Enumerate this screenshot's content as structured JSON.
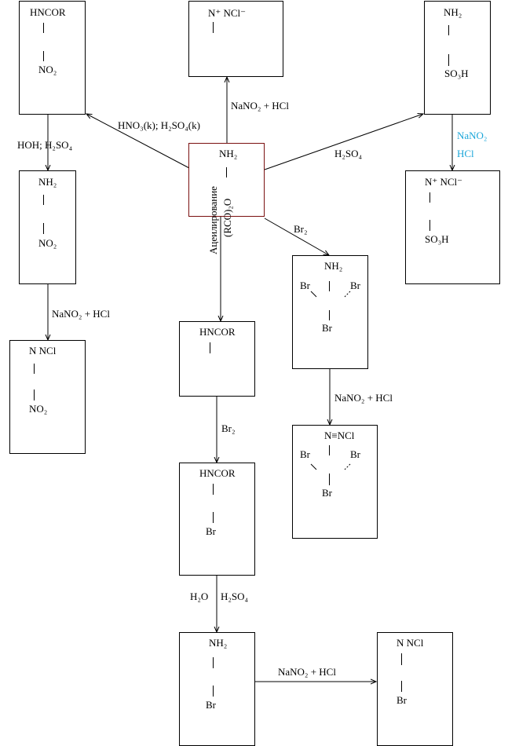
{
  "diagram": {
    "title": "",
    "colors": {
      "line": "#000000",
      "start_box_border": "#7a1010",
      "highlight_text": "#1aa6d9"
    },
    "compounds": {
      "aniline": {
        "top": "NH₂",
        "vertical_label_1": "Ацеилирование",
        "vertical_label_2": "(RCO)₂O"
      },
      "nitro_acetanilide": {
        "top": "HNCOR",
        "bottom": "NO₂"
      },
      "diazonium_top": {
        "top": "N⁺ NCl⁻"
      },
      "sulfanilic_acid": {
        "top": "NH₂",
        "bottom": "SO₃H"
      },
      "diazonium_sulfo": {
        "top": "N⁺ NCl⁻",
        "bottom": "SO₃H"
      },
      "nitroaniline": {
        "top": "NH₂",
        "bottom": "NO₂"
      },
      "diazonium_nitro": {
        "top": "N NCl",
        "bottom": "NO₂"
      },
      "acetanilide": {
        "top": "HNCOR"
      },
      "tribromoaniline": {
        "top": "NH₂",
        "left": "Br",
        "right": "Br",
        "bottom": "Br"
      },
      "tribromo_diazonium": {
        "top": "N≡NCl",
        "left": "Br",
        "right": "Br",
        "bottom": "Br"
      },
      "bromo_acetanilide": {
        "top": "HNCOR",
        "bottom": "Br"
      },
      "bromoaniline": {
        "top": "NH₂",
        "bottom": "Br"
      },
      "diazonium_bromo": {
        "top": "N NCl",
        "bottom": "Br"
      }
    },
    "reagents": {
      "nitration": "HNO₃(k); H₂SO₄(k)",
      "diazotization_top": "NaNO₂ + HCl",
      "sulfonation": "H₂SO₄",
      "diazotization_sulfo_1": "NaNO₂",
      "diazotization_sulfo_2": "HCl",
      "hydrolysis_nitro": "HOH; H₂SO₄",
      "diazotization_nitro": "NaNO₂ + HCl",
      "bromination_direct": "Br₂",
      "diazotization_tribromo": "NaNO₂ + HCl",
      "bromination_acetanilide": "Br₂",
      "hydrolysis_bromo_1": "H₂O",
      "hydrolysis_bromo_2": "H₂SO₄",
      "diazotization_bromo": "NaNO₂ + HCl"
    }
  }
}
